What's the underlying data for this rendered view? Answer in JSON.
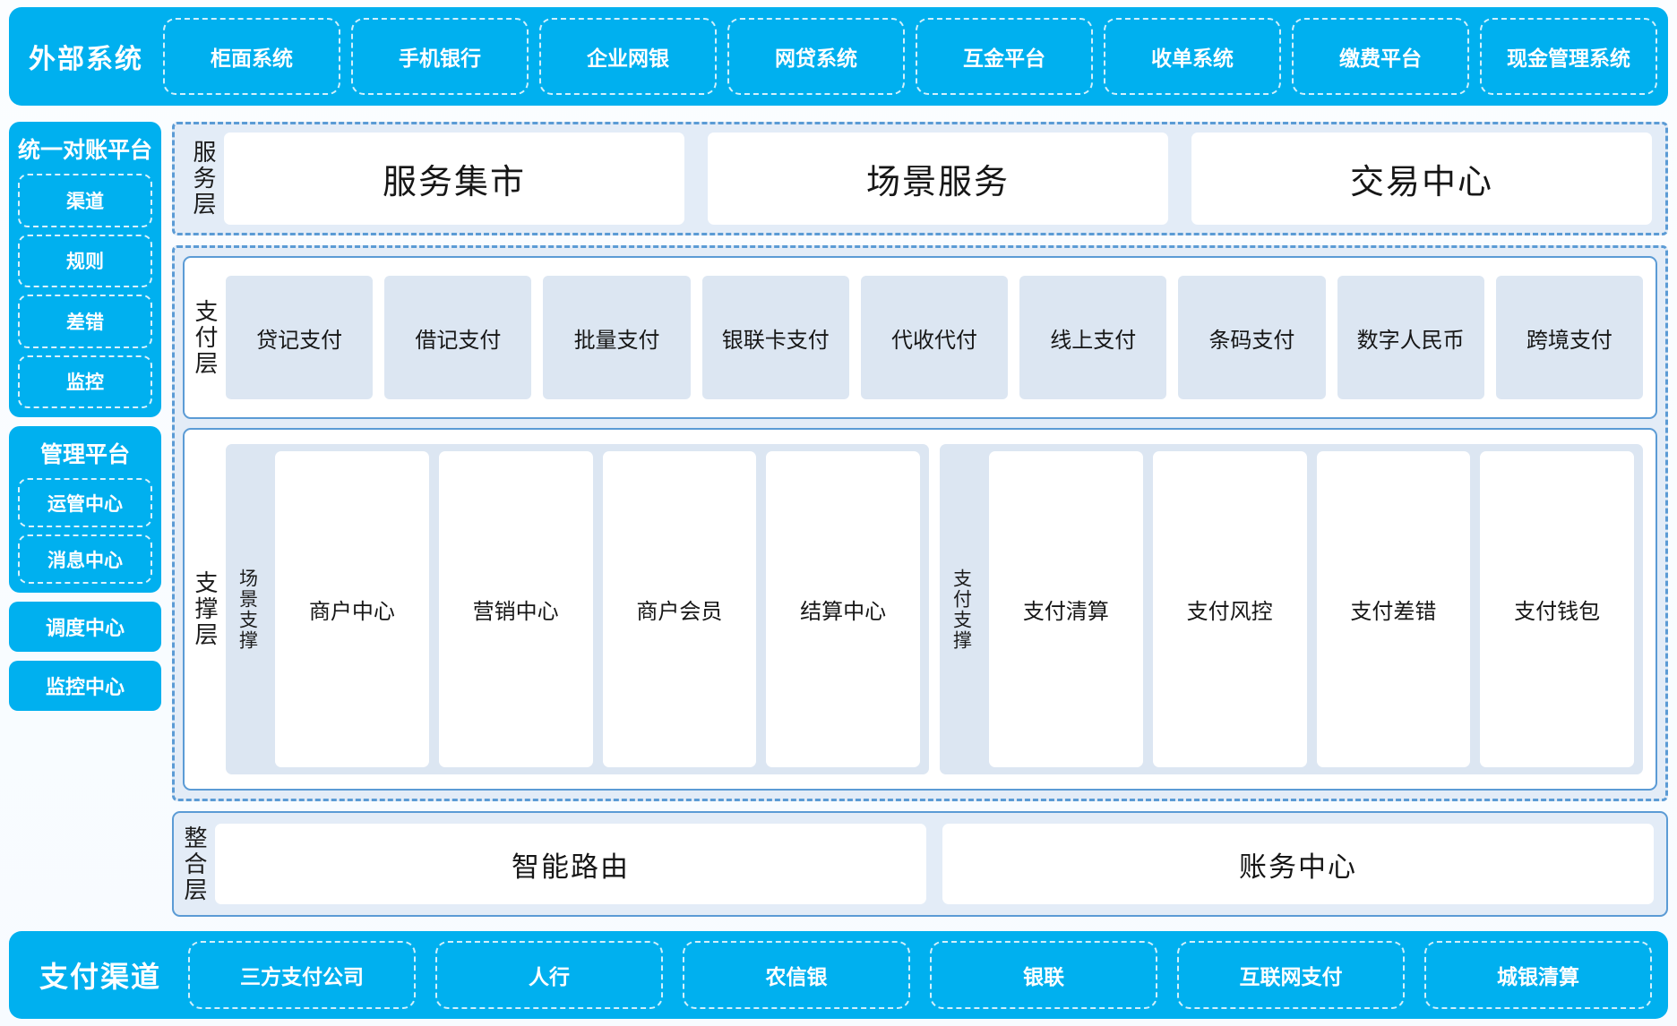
{
  "external_systems": {
    "title": "外部系统",
    "items": [
      "柜面系统",
      "手机银行",
      "企业网银",
      "网贷系统",
      "互金平台",
      "收单系统",
      "缴费平台",
      "现金管理系统"
    ]
  },
  "sidebar": {
    "reconcile_platform": {
      "title": "统一对账平台",
      "items": [
        "渠道",
        "规则",
        "差错",
        "监控"
      ]
    },
    "management_platform": {
      "title": "管理平台",
      "items": [
        "运管中心",
        "消息中心"
      ]
    },
    "standalone": [
      "调度中心",
      "监控中心"
    ]
  },
  "service_layer": {
    "label": "服务层",
    "cards": [
      "服务集市",
      "场景服务",
      "交易中心"
    ]
  },
  "payment_layer": {
    "label": "支付层",
    "tiles": [
      "贷记支付",
      "借记支付",
      "批量支付",
      "银联卡支付",
      "代收代付",
      "线上支付",
      "条码支付",
      "数字人民币",
      "跨境支付"
    ]
  },
  "support_layer": {
    "label": "支撑层",
    "groups": [
      {
        "label": "场景支撑",
        "cards": [
          "商户中心",
          "营销中心",
          "商户会员",
          "结算中心"
        ]
      },
      {
        "label": "支付支撑",
        "cards": [
          "支付清算",
          "支付风控",
          "支付差错",
          "支付钱包"
        ]
      }
    ]
  },
  "integration_layer": {
    "label": "整合层",
    "cards": [
      "智能路由",
      "账务中心"
    ]
  },
  "payment_channels": {
    "title": "支付渠道",
    "items": [
      "三方支付公司",
      "人行",
      "农信银",
      "银联",
      "互联网支付",
      "城银清算"
    ]
  },
  "colors": {
    "brand_blue": "#00b0ef",
    "accent_border": "#5b9bd5",
    "panel_fill": "#e3ecf7",
    "tile_fill": "#dce6f2",
    "card_white": "#ffffff",
    "page_bg": "#fafdff"
  }
}
